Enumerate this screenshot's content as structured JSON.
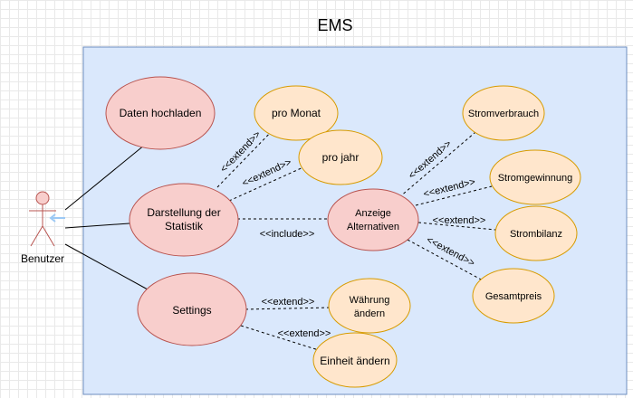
{
  "title": "EMS",
  "actor": {
    "label": "Benutzer"
  },
  "use_cases": {
    "daten_hochladen": "Daten hochladen",
    "darstellung_line1": "Darstellung der",
    "darstellung_line2": "Statistik",
    "settings": "Settings",
    "pro_monat": "pro Monat",
    "pro_jahr": "pro jahr",
    "anzeige_line1": "Anzeige",
    "anzeige_line2": "Alternativen",
    "stromverbrauch": "Stromverbrauch",
    "stromgewinnung": "Stromgewinnung",
    "strombilanz": "Strombilanz",
    "gesamtpreis": "Gesamtpreis",
    "waehrung_line1": "Währung",
    "waehrung_line2": "ändern",
    "einheit_aendern": "Einheit ändern"
  },
  "relations": {
    "extend": "<<extend>>",
    "include": "<<include>>"
  },
  "colors": {
    "system_fill": "#dae8fc",
    "system_stroke": "#6c8ebf",
    "primary_fill": "#f8cecc",
    "primary_stroke": "#b85450",
    "secondary_fill": "#ffe6cc",
    "secondary_stroke": "#d79b00"
  }
}
